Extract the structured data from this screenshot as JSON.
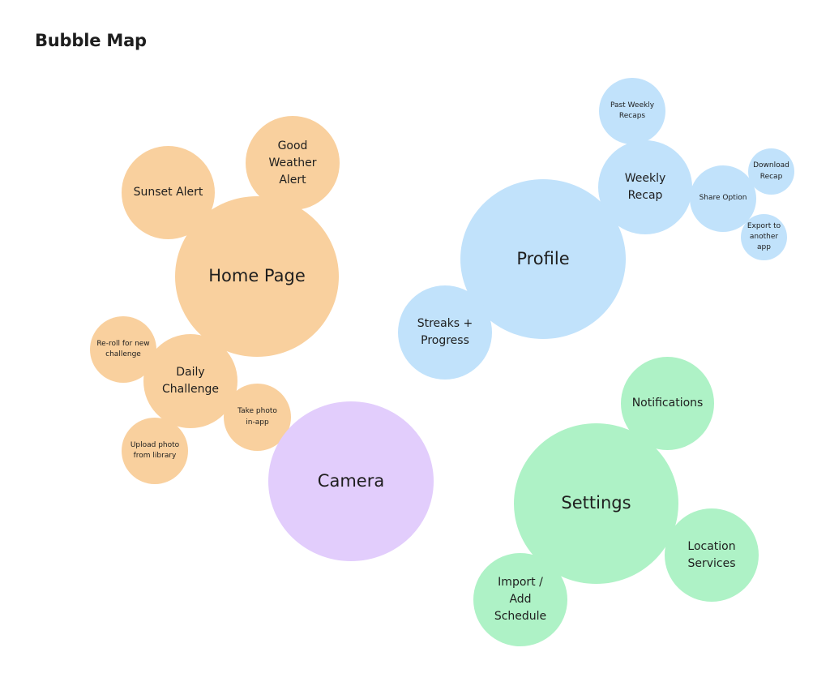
{
  "title": "Bubble Map",
  "colors": {
    "home": "#f9d09e",
    "profile": "#c1e2fb",
    "camera": "#e2cdfc",
    "settings": "#aef2c6"
  },
  "bubbles": {
    "home_page": "Home Page",
    "sunset_alert": "Sunset Alert",
    "good_weather_alert": "Good Weather Alert",
    "daily_challenge": "Daily Challenge",
    "reroll": "Re-roll for new challenge",
    "take_photo": "Take photo in-app",
    "upload_photo": "Upload photo from library",
    "camera": "Camera",
    "profile": "Profile",
    "streaks": "Streaks + Progress",
    "weekly_recap": "Weekly Recap",
    "past_weekly_recaps": "Past Weekly Recaps",
    "share_option": "Share Option",
    "download_recap": "Download Recap",
    "export_app": "Export to another app",
    "settings": "Settings",
    "notifications": "Notifications",
    "location_services": "Location Services",
    "import_schedule": "Import / Add Schedule"
  }
}
